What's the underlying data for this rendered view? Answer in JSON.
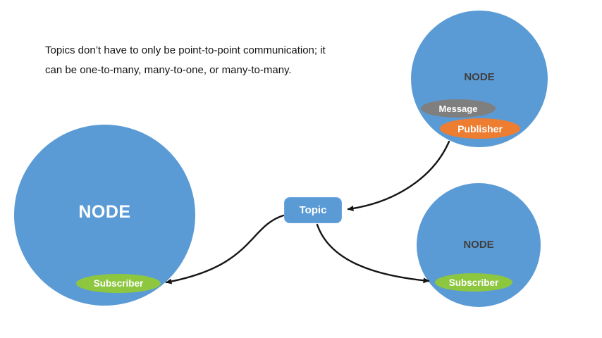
{
  "intro": {
    "line1": "Topics don’t have to only be point-to-point communication; it",
    "line2": "can be one-to-many, many-to-one, or many-to-many."
  },
  "topic": {
    "label": "Topic"
  },
  "nodes": {
    "left": {
      "label": "NODE",
      "subscriber": "Subscriber"
    },
    "top_right": {
      "label": "NODE",
      "message": "Message",
      "publisher": "Publisher"
    },
    "bottom_right": {
      "label": "NODE",
      "subscriber": "Subscriber"
    }
  },
  "colors": {
    "node_fill": "#5B9BD5",
    "topic_fill": "#5B9BD5",
    "subscriber_fill": "#8DC63F",
    "publisher_fill": "#ED7D31",
    "message_fill": "#7F7F7F",
    "arrow": "#151515",
    "background": "#FFFFFF"
  }
}
